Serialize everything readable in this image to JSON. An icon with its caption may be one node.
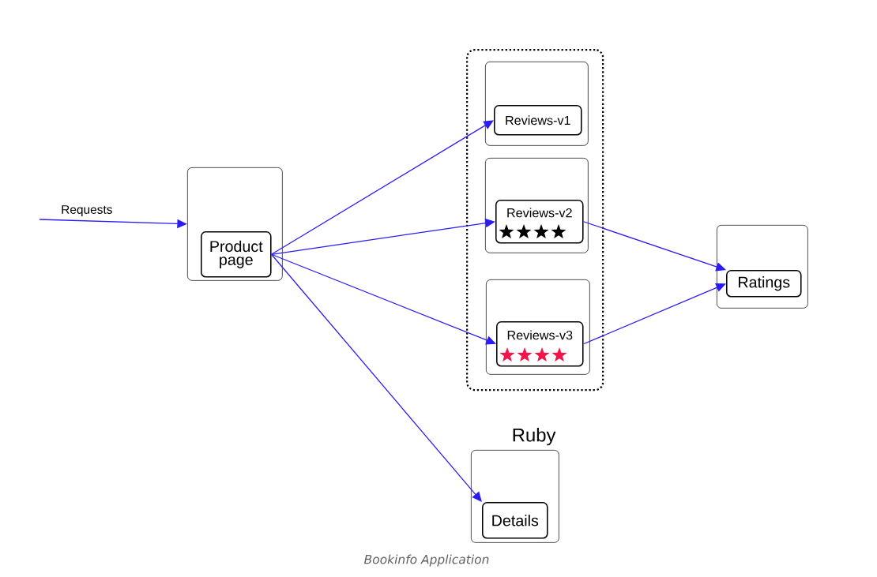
{
  "diagram": {
    "caption": "Bookinfo Application",
    "nodes": [
      {
        "text": [],
        "shape": "box"
      },
      {
        "text": [
          "Product page"
        ],
        "in": 0
      },
      {
        "text": [],
        "shape": "box"
      },
      {
        "text": [],
        "shape": "box",
        "in": 2
      },
      {
        "text": [
          "Reviews-v1"
        ],
        "in": 3
      },
      {
        "text": [],
        "shape": "box",
        "in": 2
      },
      {
        "text": [
          "Reviews-v2"
        ],
        "in": 5
      },
      {
        "text": [],
        "shape": "box",
        "in": 2
      },
      {
        "text": [
          "Reviews-v3"
        ],
        "in": 7
      },
      {
        "text": [],
        "shape": "box"
      },
      {
        "text": [
          "Ratings"
        ],
        "in": 9
      },
      {
        "text": [],
        "shape": "box",
        "beside": [
          "Ruby"
        ]
      },
      {
        "text": [
          "Details"
        ],
        "in": 11
      }
    ],
    "edges": [
      {
        "from": null,
        "to": 0,
        "arrow": "to",
        "label": "Requests"
      },
      {
        "from": 1,
        "to": 4,
        "arrow": "to"
      },
      {
        "from": 1,
        "to": 6,
        "arrow": "to"
      },
      {
        "from": 1,
        "to": 8,
        "arrow": "to"
      },
      {
        "from": 1,
        "to": 12,
        "arrow": "to"
      },
      {
        "from": 6,
        "to": 10,
        "arrow": "to"
      },
      {
        "from": 8,
        "to": 10,
        "arrow": "to"
      }
    ]
  }
}
